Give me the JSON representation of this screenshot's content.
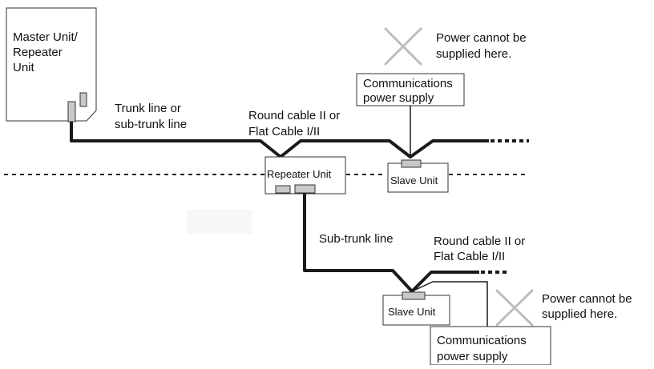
{
  "master_unit": {
    "lines": [
      "Master Unit/",
      "Repeater",
      "Unit"
    ]
  },
  "trunk_label": {
    "lines": [
      "Trunk line or",
      "sub-trunk line"
    ]
  },
  "cable_label_top": {
    "lines": [
      "Round cable II or",
      "Flat Cable I/II"
    ]
  },
  "cable_label_bottom": {
    "lines": [
      "Round cable II or",
      "Flat Cable I/II"
    ]
  },
  "sub_trunk_label": "Sub-trunk line",
  "repeater_unit": "Repeater Unit",
  "slave_unit_top": "Slave Unit",
  "slave_unit_bottom": "Slave Unit",
  "power_supply_top": {
    "lines": [
      "Communications",
      "power supply"
    ]
  },
  "power_supply_bottom": {
    "lines": [
      "Communications",
      "power supply"
    ]
  },
  "power_note_top": {
    "lines": [
      "Power cannot be",
      "supplied here."
    ]
  },
  "power_note_bottom": {
    "lines": [
      "Power cannot be",
      "supplied here."
    ]
  },
  "colors": {
    "line": "#1a1a1a",
    "connector": "#c8c8c8",
    "x_mark": "#bdbdbd"
  }
}
